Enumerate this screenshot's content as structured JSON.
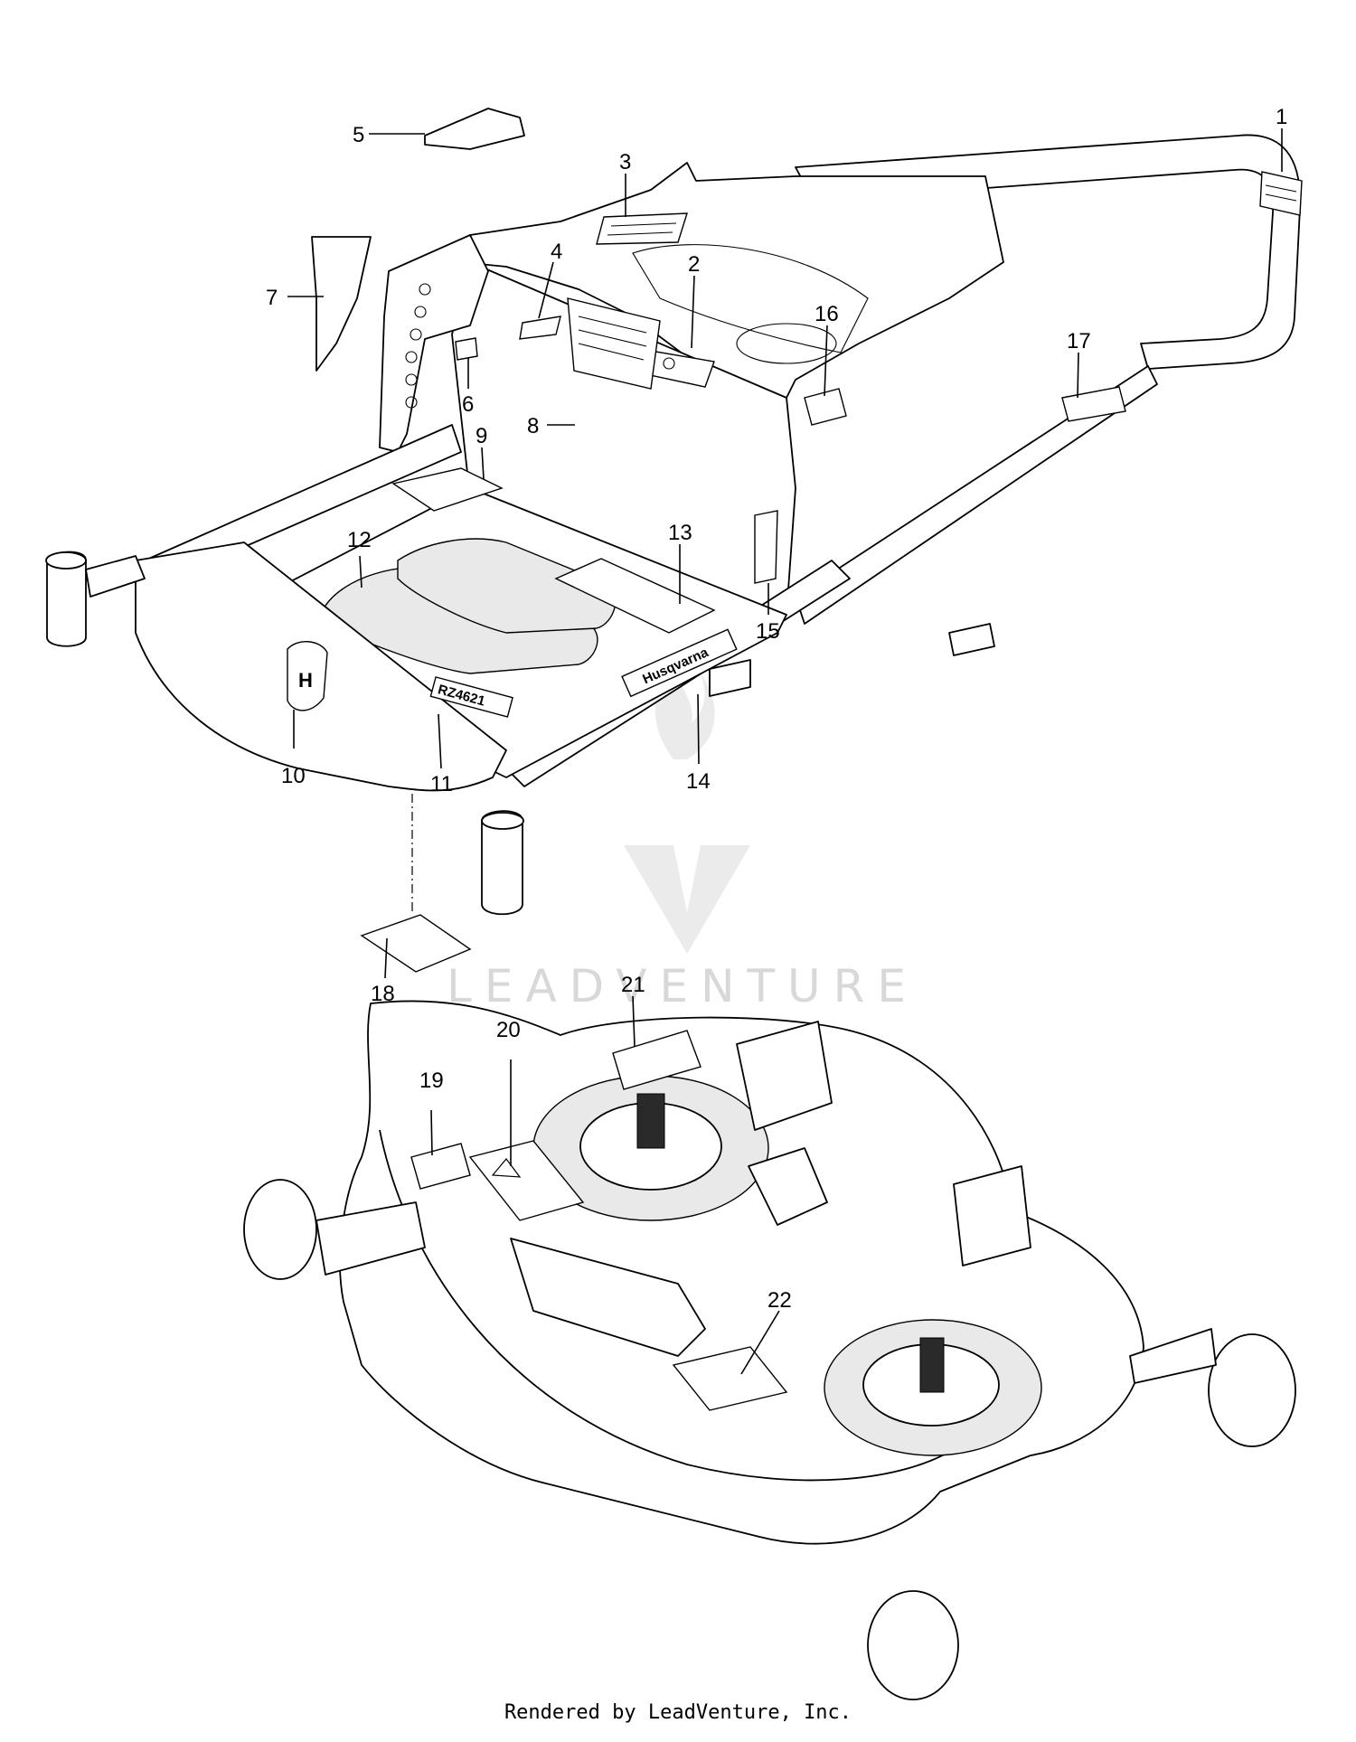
{
  "callouts": [
    {
      "id": "1",
      "label": "1"
    },
    {
      "id": "2",
      "label": "2"
    },
    {
      "id": "3",
      "label": "3"
    },
    {
      "id": "4",
      "label": "4"
    },
    {
      "id": "5",
      "label": "5"
    },
    {
      "id": "6",
      "label": "6"
    },
    {
      "id": "7",
      "label": "7"
    },
    {
      "id": "8",
      "label": "8"
    },
    {
      "id": "9",
      "label": "9"
    },
    {
      "id": "10",
      "label": "10"
    },
    {
      "id": "11",
      "label": "11"
    },
    {
      "id": "12",
      "label": "12"
    },
    {
      "id": "13",
      "label": "13"
    },
    {
      "id": "14",
      "label": "14"
    },
    {
      "id": "15",
      "label": "15"
    },
    {
      "id": "16",
      "label": "16"
    },
    {
      "id": "17",
      "label": "17"
    },
    {
      "id": "18",
      "label": "18"
    },
    {
      "id": "19",
      "label": "19"
    },
    {
      "id": "20",
      "label": "20"
    },
    {
      "id": "21",
      "label": "21"
    },
    {
      "id": "22",
      "label": "22"
    }
  ],
  "decals": {
    "brand_text": "Husqvarna",
    "model_text": "RZ4621"
  },
  "watermark": {
    "text": "LEADVENTURE"
  },
  "footer": {
    "text": "Rendered by LeadVenture, Inc."
  }
}
